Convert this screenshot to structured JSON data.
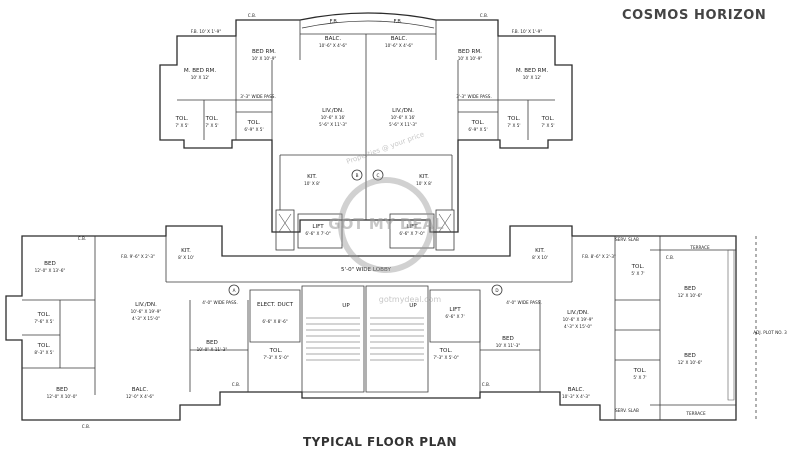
{
  "header": {
    "project_title": "COSMOS HORIZON"
  },
  "footer": {
    "caption": "TYPICAL FLOOR PLAN"
  },
  "watermark": {
    "brand_line": "Properties @ your price",
    "url": "gotmydeal.com",
    "logo": "GOT MY DEAL"
  },
  "colors": {
    "ink": "#2b2b2b",
    "background": "#ffffff",
    "watermark": "#9a9a9a"
  },
  "labels": {
    "cb": "C.B.",
    "fb": "F.B.",
    "fb_top_left": "F.B. 10' X 1'-9\"",
    "fb_top_right": "F.B. 10' X 1'-9\"",
    "balc": "BALC.",
    "balc_dim_top": "10'-6\" X 4'-6\"",
    "bed_rm": "BED RM.",
    "bed_rm_dim": "10' X 10'-9\"",
    "m_bed_rm": "M. BED RM.",
    "m_bed_rm_dim": "10' X 12'",
    "wide_pass_3": "3'-3\" WIDE PASS.",
    "liv_dn": "LIV./DN.",
    "liv_dn_top_dim1": "10'-6\" X 16'",
    "liv_dn_top_dim2": "5'-6\" X 11'-3\"",
    "tol": "TOL.",
    "tol_dim_77": "7' X 5'",
    "tol_dim_69": "6'-9\" X 5'",
    "kit": "KIT.",
    "kit_dim_top": "10' X 8'",
    "lift": "LIFT",
    "lift_dim": "6'-6\" X 7'-0\"",
    "lobby": "5'-0\" WIDE LOBBY",
    "fb_left_mid": "F.B. 9'-6\" X 2'-3\"",
    "fb_right_mid": "F.B. 8'-6\" X 2'-3\"",
    "kit_dim_lower": "8' X 10'",
    "bed": "BED",
    "bed_dim_left1": "12'-0\" X 13'-6\"",
    "bed_dim_left2": "12'-0\" X 10'-0\"",
    "tol_dim_left1": "7'-6\" X 5'",
    "tol_dim_left2": "8'-3\" X 5'",
    "liv_dn_low_dim1": "10'-6\" X 19'-9\"",
    "liv_dn_low_dim2": "4'-3\" X 15'-0\"",
    "wide_pass_4": "4'-0\" WIDE PASS.",
    "elect_duct": "ELECT. DUCT",
    "elect_dim": "6'-6\" X 8'-6\"",
    "bed_centre_left": "10'-0\" X 11'-3\"",
    "tol_centre": "7'-3\" X 5'-0\"",
    "bed_centre_right": "10' X 11'-3\"",
    "tol_centre_right": "7'-3\" X 5'-0\"",
    "balc_dim_low_left": "12'-0\" X 4'-6\"",
    "balc_dim_low_right": "10'-3\" X 4'-3\"",
    "lift_lower": "LIFT",
    "lift_lower_dim": "6'-6\" X 7'",
    "up": "UP",
    "terrace": "TERRACE",
    "bed_dim_right1": "12' X 10'-6\"",
    "bed_dim_right2": "12' X 10'-6\"",
    "tol_dim_right": "5' X 7'",
    "serv_slab": "SERV. SLAB",
    "adj_plot": "ADJ. PLOT NO. 3",
    "marker_a": "A",
    "marker_b": "B",
    "marker_c": "C",
    "marker_d": "D"
  }
}
